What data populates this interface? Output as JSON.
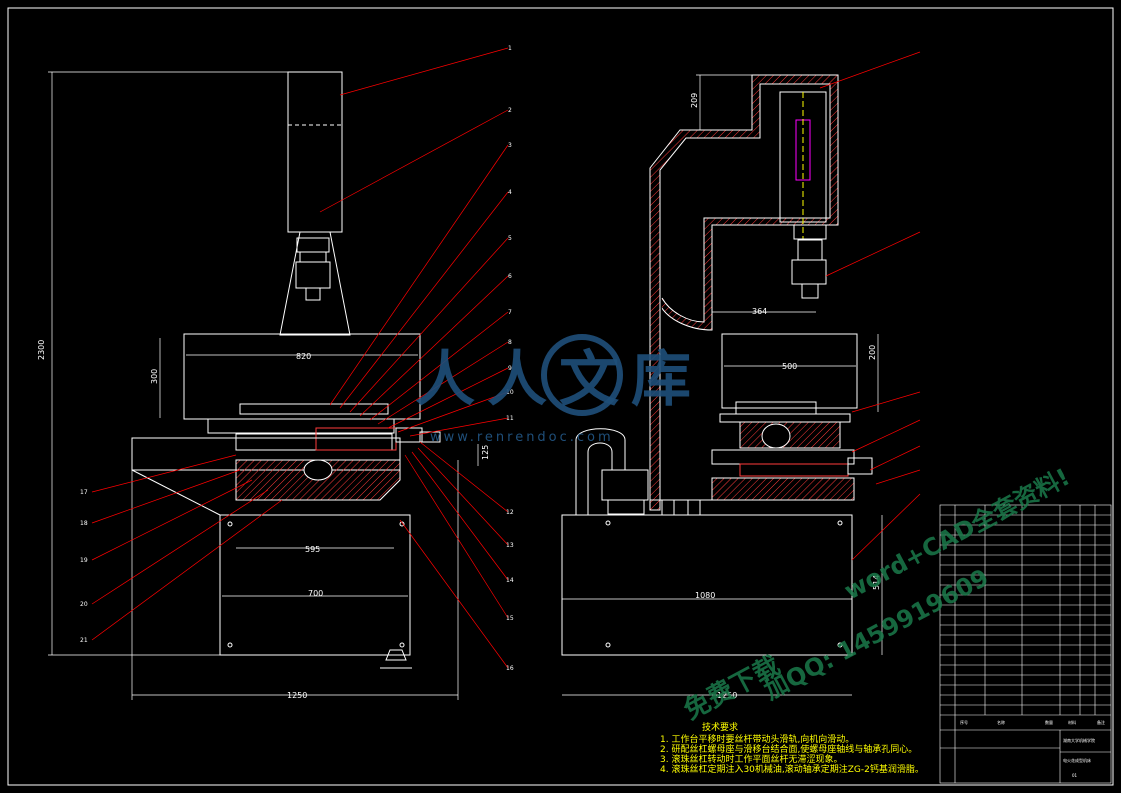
{
  "dimensions": {
    "height_total": "2300",
    "left_table_width": "820",
    "left_table_height": "300",
    "left_slide_height": "125",
    "left_base_inner": "595",
    "left_base_width": "700",
    "left_overall_width": "1250",
    "right_head_height": "209",
    "right_throat": "364",
    "right_table_width": "500",
    "right_table_height": "200",
    "right_base_width": "1080",
    "right_base_height": "514",
    "right_overall_width": "1250"
  },
  "callouts_right_of_left_view": [
    "1",
    "2",
    "3",
    "4",
    "5",
    "6",
    "7",
    "8",
    "9",
    "10",
    "11",
    "12",
    "13",
    "14",
    "15",
    "16"
  ],
  "callouts_left_of_left_view": [
    "17",
    "18",
    "19",
    "20",
    "21"
  ],
  "tech_requirements": {
    "title": "技术要求",
    "items": [
      "1.  工作台平移时要丝杆带动头滑轨,向机向滑动。",
      "2.  研配丝杠螺母座与滑移台结合面,使螺母座轴线与轴承孔同心。",
      "3.  滚珠丝杠转动时工作平面丝杆无滞涩现象。",
      "4.  滚珠丝杠定期注入30机械油,滚动轴承定期注ZG-2钙基润滑脂。"
    ]
  },
  "title_block": {
    "org": "湖南大学机械学院",
    "drawing_name": "电火花成型机床",
    "sheet": "01",
    "col_labels": [
      "序号",
      "名称",
      "数量",
      "材料",
      "备注"
    ]
  },
  "logo": {
    "brand": "人人文库",
    "url": "www.renrendoc.com"
  },
  "watermarks": [
    "免费下载",
    "加QQ: 1459919609",
    "word+CAD全套资料!"
  ],
  "colors": {
    "outline": "#ffffff",
    "leader": "#ff0000",
    "dim": "#ffffff",
    "hatch": "#ff3b3b",
    "tech_text": "#ffff00",
    "accent_magenta": "#ff00ff",
    "accent_cyan": "#00ffff"
  }
}
